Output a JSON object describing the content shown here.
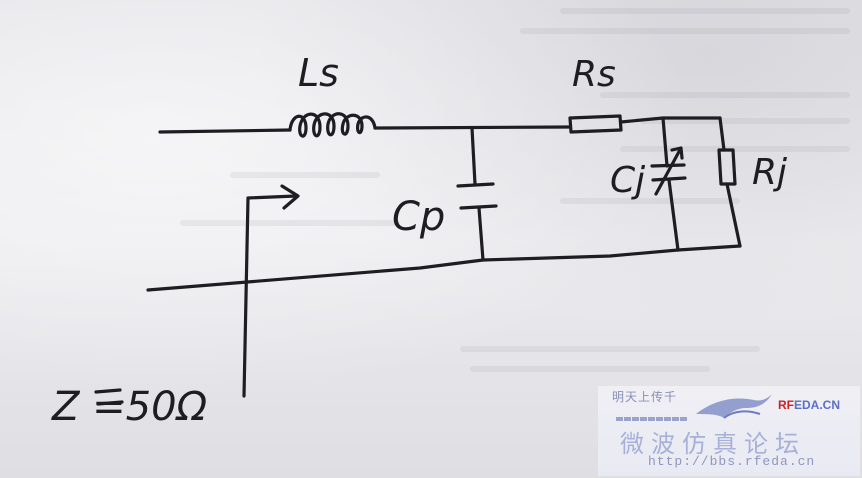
{
  "labels": {
    "ls": "Ls",
    "rs": "Rs",
    "cp": "Cp",
    "cj": "Cj",
    "rj": "Rj",
    "impedance": "Z =50Ω"
  },
  "watermark": {
    "slogan": "明天上传千",
    "brand_rf": "RF",
    "brand_rest": "EDA.CN",
    "title": "微波仿真论坛",
    "url": "http://bbs.rfeda.cn"
  },
  "colors": {
    "ink": "#1d1d22",
    "paper": "#e9e9ec",
    "watermark_blue": "#5b6fc4",
    "watermark_red": "#d02020"
  }
}
